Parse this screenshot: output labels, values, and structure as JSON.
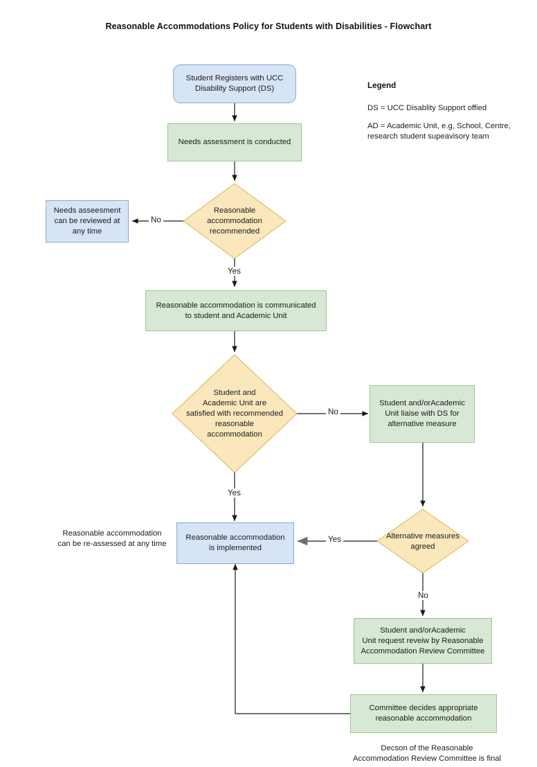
{
  "page": {
    "title": "Reasonable Accommodations Policy for Students with Disabilities - Flowchart"
  },
  "colors": {
    "blue_fill": "#d6e4f6",
    "blue_stroke": "#8aa8c6",
    "green_fill": "#d7e8d4",
    "green_stroke": "#9fc396",
    "yellow_fill": "#fae7bc",
    "yellow_stroke": "#d6b656",
    "edge_dark": "#1b1b1b",
    "edge_gray": "#707070",
    "text": "#1b1b1b"
  },
  "legend": {
    "heading": "Legend",
    "entries": [
      "DS = UCC Disablity Support offied",
      "AD = Academic Unit, e.g, School, Centre,\nresearch student supeavisory team"
    ]
  },
  "nodes": {
    "register": "Student Registers with UCC\nDisability Support (DS)",
    "needs_assessment": "Needs assessment is conducted",
    "decision_recommended": "Reasonable\naccommodation\nrecommended",
    "review_any_time": "Needs asseesment\ncan be reviewed at\nany time",
    "communicated": "Reasonable accommodation is communicated\nto student and Academic Unit",
    "decision_satisfied": "Student and\nAcademic Unit are\nsatisfied with recommended\nreasonable\naccommodation",
    "liaise_ds": "Student and/orAcademic\nUnit liaise with DS for\nalternative measure",
    "decision_alternative": "Alternative measures\nagreed",
    "implemented": "Reasonable accommodation\nis implemented",
    "request_review": "Student and/orAcademic\nUnit request reveiw by Reasonable\nAccommodation Review Committee",
    "committee_decides": "Committee decides appropriate\nreasonable accommodation"
  },
  "annotations": {
    "reassess_note": "Reasonable accommodation\ncan be re-assessed at any time",
    "final_note": "Decson of the Reasonable\nAccommodation Review Committee is final"
  },
  "edge_labels": {
    "recommended_no": "No",
    "recommended_yes": "Yes",
    "satisfied_no": "No",
    "satisfied_yes": "Yes",
    "alternative_yes": "Yes",
    "alternative_no": "No"
  }
}
